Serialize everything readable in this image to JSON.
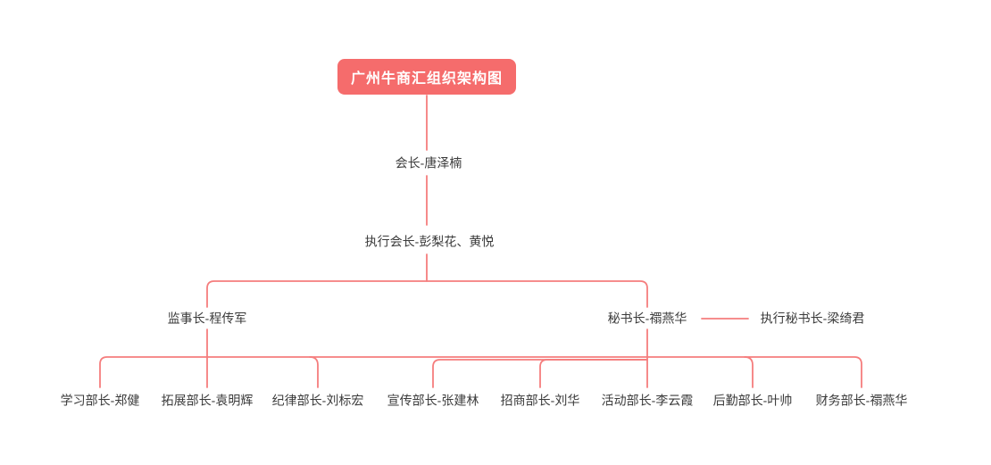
{
  "title": "广州牛商汇组织架构图",
  "colors": {
    "accent": "#f56c6c",
    "connector": "#f57d7d",
    "node_text": "#3b3b3b",
    "root_text": "#ffffff",
    "background": "#ffffff"
  },
  "org": {
    "root": {
      "label": "广州牛商汇组织架构图"
    },
    "president": {
      "label": "会长-唐泽楠"
    },
    "exec_president": {
      "label": "执行会长-彭梨花、黄悦"
    },
    "supervisor": {
      "label": "监事长-程传军"
    },
    "secretary_general": {
      "label": "秘书长-禤燕华"
    },
    "exec_secretary": {
      "label": "执行秘书长-梁绮君"
    },
    "departments": [
      {
        "label": "学习部长-郑健"
      },
      {
        "label": "拓展部长-袁明辉"
      },
      {
        "label": "纪律部长-刘标宏"
      },
      {
        "label": "宣传部长-张建林"
      },
      {
        "label": "招商部长-刘华"
      },
      {
        "label": "活动部长-李云霞"
      },
      {
        "label": "后勤部长-叶帅"
      },
      {
        "label": "财务部长-禤燕华"
      }
    ]
  }
}
